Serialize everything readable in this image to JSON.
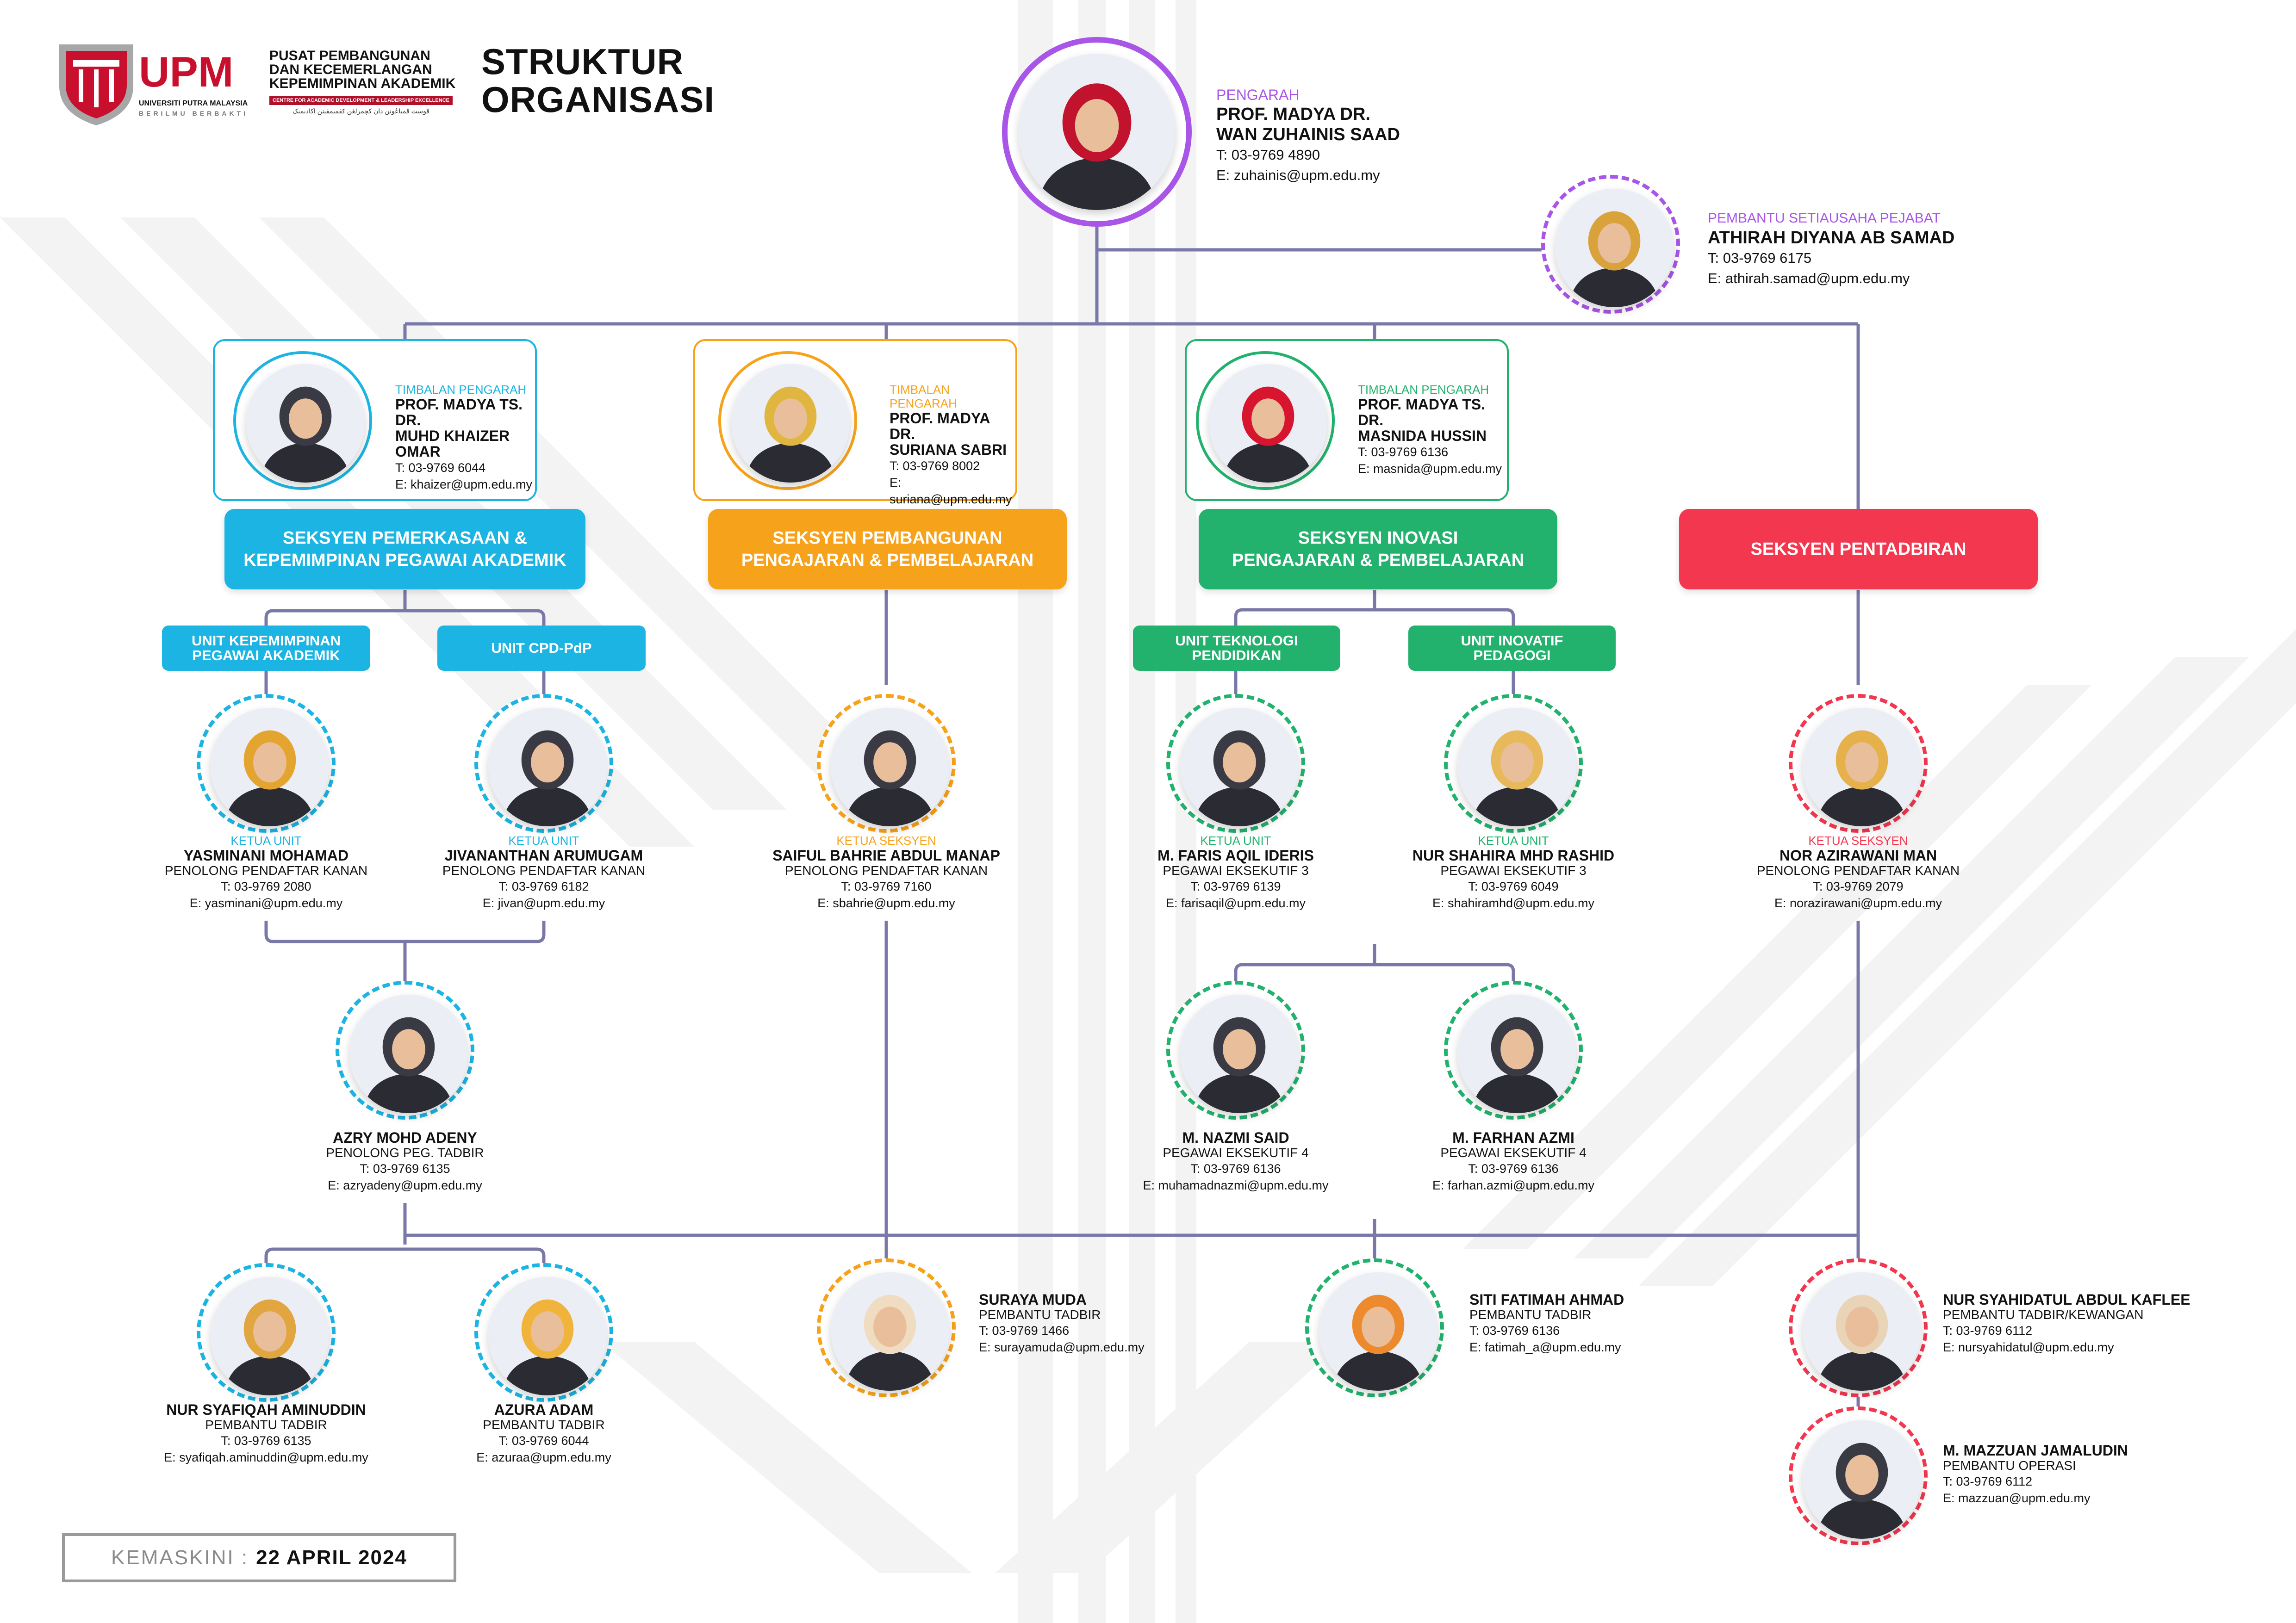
{
  "header": {
    "logo_abbr": "UPM",
    "logo_university": "UNIVERSITI PUTRA MALAYSIA",
    "logo_motto": "BERILMU BERBAKTI",
    "centre_name_lines": [
      "PUSAT PEMBANGUNAN",
      "DAN KECEMERLANGAN",
      "KEPEMIMPINAN AKADEMIK"
    ],
    "centre_name_en": "CENTRE FOR ACADEMIC DEVELOPMENT & LEADERSHIP EXCELLENCE",
    "centre_name_jawi": "ڤوست ڤمباڠونن دان کچمرلڠن کڤميمڤينن اکاديميک",
    "title_lines": [
      "STRUKTUR",
      "ORGANISASI"
    ]
  },
  "colors": {
    "purple": "#a855e8",
    "cyan": "#1cb4e2",
    "orange": "#f7a21b",
    "green": "#23b26d",
    "red": "#f2374f",
    "line": "#7a78a8"
  },
  "director": {
    "role": "PENGARAH",
    "name_lines": [
      "PROF. MADYA DR.",
      "WAN ZUHAINIS SAAD"
    ],
    "phone": "T: 03-9769 4890",
    "email": "E: zuhainis@upm.edu.my"
  },
  "secretary": {
    "role": "PEMBANTU SETIAUSAHA PEJABAT",
    "name": "ATHIRAH DIYANA AB SAMAD",
    "phone": "T: 03-9769 6175",
    "email": "E: athirah.samad@upm.edu.my"
  },
  "deputies": [
    {
      "role": "TIMBALAN PENGARAH",
      "name_lines": [
        "PROF. MADYA TS. DR.",
        "MUHD KHAIZER OMAR"
      ],
      "phone": "T: 03-9769 6044",
      "email": "E: khaizer@upm.edu.my"
    },
    {
      "role": "TIMBALAN PENGARAH",
      "name_lines": [
        "PROF. MADYA DR.",
        "SURIANA SABRI"
      ],
      "phone": "T: 03-9769 8002",
      "email": "E: suriana@upm.edu.my"
    },
    {
      "role": "TIMBALAN PENGARAH",
      "name_lines": [
        "PROF. MADYA TS. DR.",
        "MASNIDA HUSSIN"
      ],
      "phone": "T: 03-9769 6136",
      "email": "E: masnida@upm.edu.my"
    }
  ],
  "sections": [
    {
      "lines": [
        "SEKSYEN PEMERKASAAN &",
        "KEPEMIMPINAN PEGAWAI AKADEMIK"
      ]
    },
    {
      "lines": [
        "SEKSYEN PEMBANGUNAN",
        "PENGAJARAN & PEMBELAJARAN"
      ]
    },
    {
      "lines": [
        "SEKSYEN INOVASI",
        "PENGAJARAN & PEMBELAJARAN"
      ]
    },
    {
      "lines": [
        "SEKSYEN PENTADBIRAN"
      ]
    }
  ],
  "units": [
    {
      "lines": [
        "UNIT KEPEMIMPINAN",
        "PEGAWAI AKADEMIK"
      ]
    },
    {
      "lines": [
        "UNIT CPD-PdP"
      ]
    },
    {
      "lines": [
        "UNIT TEKNOLOGI",
        "PENDIDIKAN"
      ]
    },
    {
      "lines": [
        "UNIT INOVATIF",
        "PEDAGOGI"
      ]
    }
  ],
  "staff": [
    {
      "id": "yasminani",
      "role": "KETUA UNIT",
      "name": "YASMINANI MOHAMAD",
      "post": "PENOLONG PENDAFTAR KANAN",
      "phone": "T: 03-9769 2080",
      "email": "E: yasminani@upm.edu.my"
    },
    {
      "id": "jivan",
      "role": "KETUA UNIT",
      "name": "JIVANANTHAN ARUMUGAM",
      "post": "PENOLONG PENDAFTAR KANAN",
      "phone": "T: 03-9769 6182",
      "email": "E: jivan@upm.edu.my"
    },
    {
      "id": "saiful",
      "role": "KETUA SEKSYEN",
      "name": "SAIFUL BAHRIE ABDUL MANAP",
      "post": "PENOLONG PENDAFTAR KANAN",
      "phone": "T: 03-9769 7160",
      "email": "E: sbahrie@upm.edu.my"
    },
    {
      "id": "faris",
      "role": "KETUA UNIT",
      "name": "M. FARIS AQIL IDERIS",
      "post": "PEGAWAI EKSEKUTIF 3",
      "phone": "T: 03-9769 6139",
      "email": "E: farisaqil@upm.edu.my"
    },
    {
      "id": "shahira",
      "role": "KETUA UNIT",
      "name": "NUR SHAHIRA MHD RASHID",
      "post": "PEGAWAI EKSEKUTIF 3",
      "phone": "T: 03-9769 6049",
      "email": "E: shahiramhd@upm.edu.my"
    },
    {
      "id": "norazirawani",
      "role": "KETUA SEKSYEN",
      "name": "NOR AZIRAWANI MAN",
      "post": "PENOLONG PENDAFTAR KANAN",
      "phone": "T: 03-9769 2079",
      "email": "E: norazirawani@upm.edu.my"
    },
    {
      "id": "azry",
      "role": "",
      "name": "AZRY MOHD ADENY",
      "post": "PENOLONG PEG. TADBIR",
      "phone": "T: 03-9769 6135",
      "email": "E: azryadeny@upm.edu.my"
    },
    {
      "id": "nazmi",
      "role": "",
      "name": "M. NAZMI SAID",
      "post": "PEGAWAI EKSEKUTIF 4",
      "phone": "T: 03-9769 6136",
      "email": "E: muhamadnazmi@upm.edu.my"
    },
    {
      "id": "farhan",
      "role": "",
      "name": "M. FARHAN AZMI",
      "post": "PEGAWAI EKSEKUTIF 4",
      "phone": "T: 03-9769 6136",
      "email": "E: farhan.azmi@upm.edu.my"
    },
    {
      "id": "syafiqah",
      "role": "",
      "name": "NUR SYAFIQAH AMINUDDIN",
      "post": "PEMBANTU TADBIR",
      "phone": "T: 03-9769 6135",
      "email": "E: syafiqah.aminuddin@upm.edu.my"
    },
    {
      "id": "azura",
      "role": "",
      "name": "AZURA ADAM",
      "post": "PEMBANTU TADBIR",
      "phone": "T: 03-9769 6044",
      "email": "E: azuraa@upm.edu.my"
    },
    {
      "id": "suraya",
      "role": "",
      "name": "SURAYA MUDA",
      "post": "PEMBANTU TADBIR",
      "phone": "T: 03-9769 1466",
      "email": "E: surayamuda@upm.edu.my"
    },
    {
      "id": "fatimah",
      "role": "",
      "name": "SITI FATIMAH AHMAD",
      "post": "PEMBANTU TADBIR",
      "phone": "T: 03-9769 6136",
      "email": "E: fatimah_a@upm.edu.my"
    },
    {
      "id": "syahidatul",
      "role": "",
      "name": "NUR SYAHIDATUL ABDUL KAFLEE",
      "post": "PEMBANTU TADBIR/KEWANGAN",
      "phone": "T: 03-9769 6112",
      "email": "E: nursyahidatul@upm.edu.my"
    },
    {
      "id": "mazzuan",
      "role": "",
      "name": "M. MAZZUAN JAMALUDIN",
      "post": "PEMBANTU OPERASI",
      "phone": "T: 03-9769 6112",
      "email": "E: mazzuan@upm.edu.my"
    }
  ],
  "footer": {
    "label": "KEMASKINI :",
    "date": "22 APRIL 2024"
  }
}
